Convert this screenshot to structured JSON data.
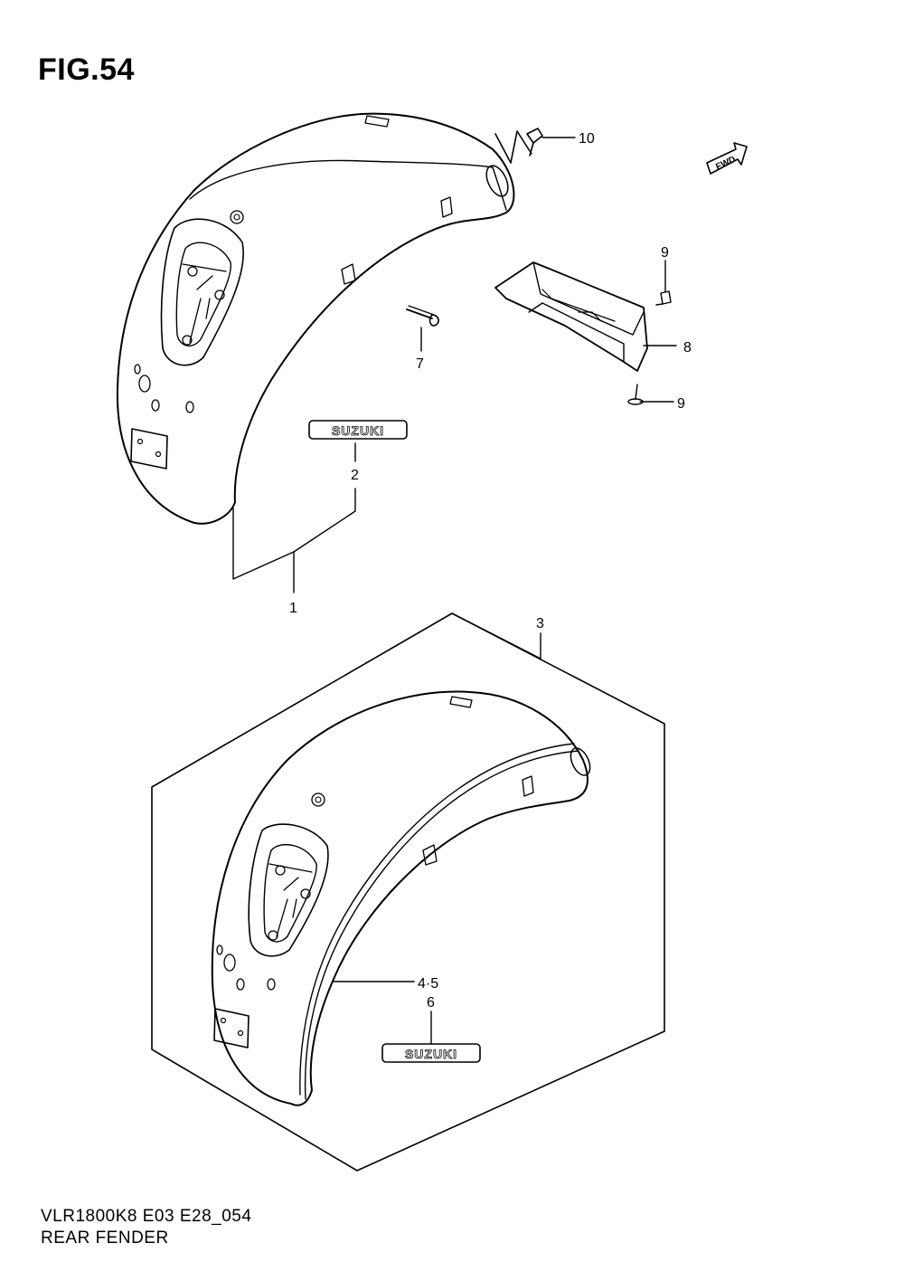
{
  "figure": {
    "title": "FIG.54",
    "model_code": "VLR1800K8 E03 E28_054",
    "caption": "REAR FENDER"
  },
  "callouts": {
    "c1": "1",
    "c2": "2",
    "c3": "3",
    "c45": "4·5",
    "c6": "6",
    "c7": "7",
    "c8": "8",
    "c9a": "9",
    "c9b": "9",
    "c10": "10"
  },
  "emblem": {
    "top": "SUZUKI",
    "bottom": "SUZUKI"
  },
  "direction_arrow": "FWD"
}
